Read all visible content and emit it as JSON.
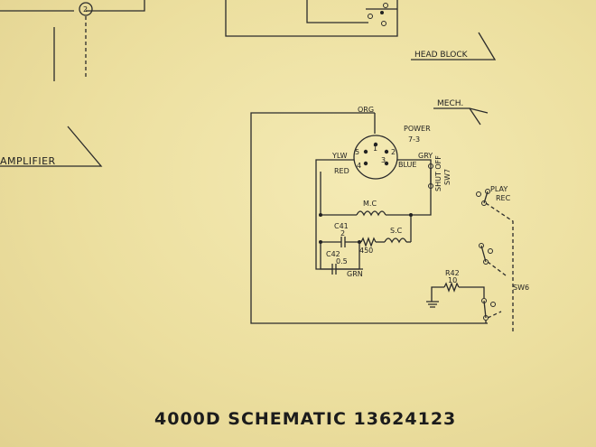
{
  "title": "4000D SCHEMATIC 13624123",
  "labels": {
    "amplifier": "AMPLIFIER",
    "head_block": "HEAD BLOCK",
    "mech": "MECH.",
    "org": "ORG",
    "power": "POWER",
    "power_ref": "7-3",
    "ylw": "YLW",
    "gry": "GRY",
    "red": "RED",
    "blue": "BLUE",
    "pin1": "1",
    "pin2": "2",
    "pin3": "3",
    "pin4": "4",
    "pin5": "5",
    "shut_off": "SHUT OFF",
    "sw7": "SW7",
    "mc": "M.C",
    "c41": "C41",
    "c41_val": "2",
    "r450": "450",
    "sc": "S.C",
    "c42": "C42",
    "c42_val": "0.5",
    "grn": "GRN",
    "play": "PLAY",
    "rec": "REC",
    "r42": "R42",
    "r42_val": "10",
    "sw6": "SW6",
    "node2": "2"
  }
}
